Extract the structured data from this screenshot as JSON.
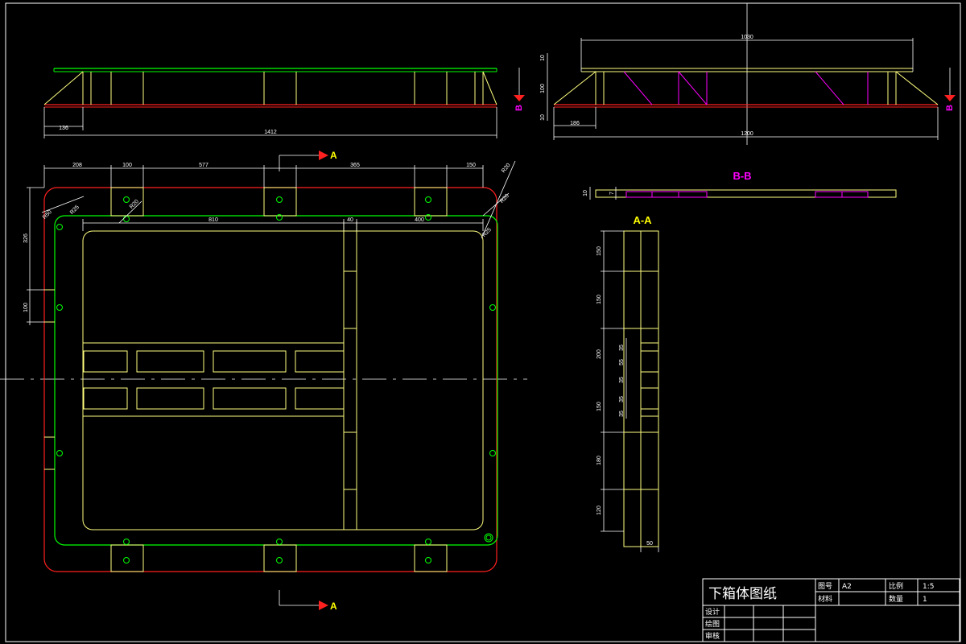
{
  "drawing": {
    "colors": {
      "background": "#000000",
      "outline_green": "#00ff00",
      "outline_red": "#ff2020",
      "yellow": "#ffff80",
      "magenta": "#ff00ff",
      "white": "#ffffff",
      "red_arrow": "#ff2020"
    },
    "front_view": {
      "dim_total": "1412",
      "dim_left": "136"
    },
    "side_view": {
      "dim_top": "1030",
      "dim_bottom": "1200",
      "dim_left": "186",
      "dim_v1": "10",
      "dim_v2": "100",
      "dim_v3": "10",
      "section_marker": "B"
    },
    "plan_view": {
      "dims_top": [
        "208",
        "100",
        "577",
        "365",
        "150"
      ],
      "dims_inner": [
        "810",
        "40",
        "400"
      ],
      "dim_left_a": "326",
      "dim_left_b": "100",
      "dim_r1": "R50",
      "dim_r2": "R25",
      "dim_r3": "R20",
      "dim_r4": "R20",
      "dim_r5": "R20",
      "dim_r6": "R25",
      "section_marker": "A"
    },
    "section_bb": {
      "title": "B-B",
      "dim_a": "10",
      "dim_b": "7"
    },
    "section_aa": {
      "title": "A-A",
      "dims": [
        "150",
        "150",
        "200",
        "150",
        "180",
        "120"
      ],
      "dims_small": [
        "35",
        "55",
        "35",
        "35",
        "35"
      ],
      "dim_bottom": "50"
    },
    "title_block": {
      "drawing_name": "下箱体图纸",
      "label_drawing_no": "图号",
      "value_drawing_no": "A2",
      "label_scale": "比例",
      "value_scale": "1:5",
      "label_material": "材料",
      "label_quantity": "数量",
      "value_quantity": "1",
      "label_design": "设计",
      "label_draw": "绘图",
      "label_review": "审核"
    }
  }
}
